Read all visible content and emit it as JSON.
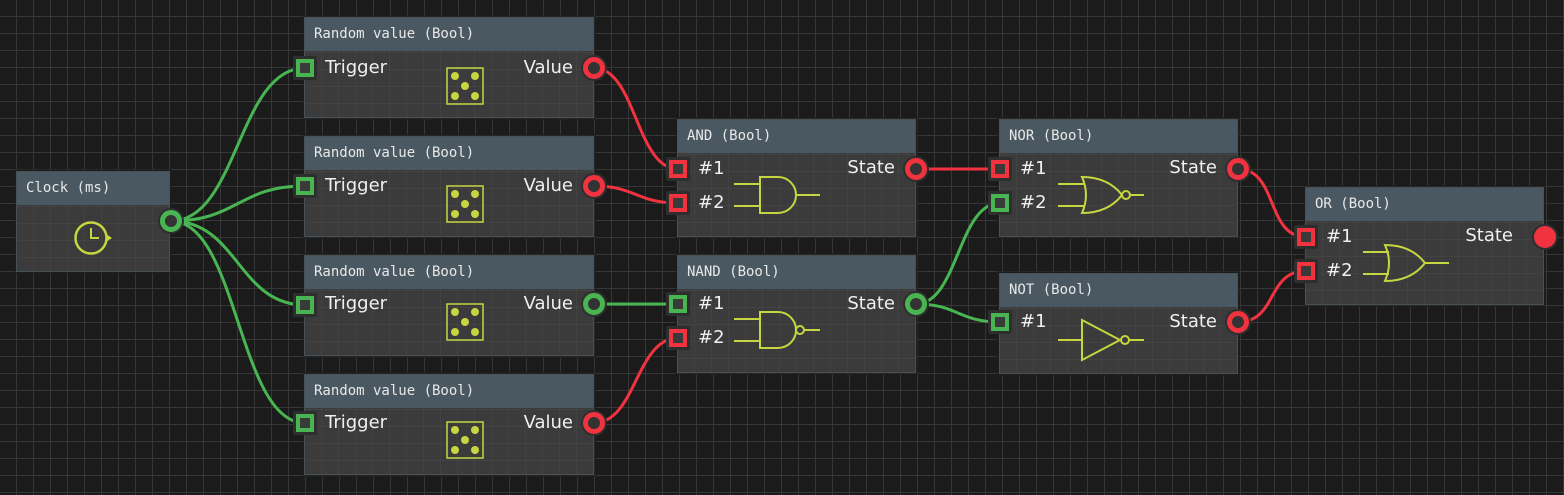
{
  "colors": {
    "true": "#48b552",
    "false": "#f13340",
    "icon": "#c6d640",
    "title_bg": "#4a5961",
    "node_bg": "#3b3b3b",
    "canvas_bg": "#1b1b1b"
  },
  "nodes": {
    "clock": {
      "title": "Clock (ms)",
      "icon": "clock-icon",
      "output": {
        "state": true
      }
    },
    "random1": {
      "title": "Random value (Bool)",
      "icon": "dice-icon",
      "input": {
        "label": "Trigger",
        "state": true
      },
      "output": {
        "label": "Value",
        "state": false
      }
    },
    "random2": {
      "title": "Random value (Bool)",
      "icon": "dice-icon",
      "input": {
        "label": "Trigger",
        "state": true
      },
      "output": {
        "label": "Value",
        "state": false
      }
    },
    "random3": {
      "title": "Random value (Bool)",
      "icon": "dice-icon",
      "input": {
        "label": "Trigger",
        "state": true
      },
      "output": {
        "label": "Value",
        "state": true
      }
    },
    "random4": {
      "title": "Random value (Bool)",
      "icon": "dice-icon",
      "input": {
        "label": "Trigger",
        "state": true
      },
      "output": {
        "label": "Value",
        "state": false
      }
    },
    "and": {
      "title": "AND (Bool)",
      "icon": "and-gate-icon",
      "inputs": [
        {
          "label": "#1",
          "state": false
        },
        {
          "label": "#2",
          "state": false
        }
      ],
      "output": {
        "label": "State",
        "state": false
      }
    },
    "nand": {
      "title": "NAND (Bool)",
      "icon": "nand-gate-icon",
      "inputs": [
        {
          "label": "#1",
          "state": true
        },
        {
          "label": "#2",
          "state": false
        }
      ],
      "output": {
        "label": "State",
        "state": true
      }
    },
    "nor": {
      "title": "NOR (Bool)",
      "icon": "nor-gate-icon",
      "inputs": [
        {
          "label": "#1",
          "state": false
        },
        {
          "label": "#2",
          "state": true
        }
      ],
      "output": {
        "label": "State",
        "state": false
      }
    },
    "not": {
      "title": "NOT (Bool)",
      "icon": "not-gate-icon",
      "inputs": [
        {
          "label": "#1",
          "state": true
        }
      ],
      "output": {
        "label": "State",
        "state": false
      }
    },
    "or": {
      "title": "OR (Bool)",
      "icon": "or-gate-icon",
      "inputs": [
        {
          "label": "#1",
          "state": false
        },
        {
          "label": "#2",
          "state": false
        }
      ],
      "output": {
        "label": "State",
        "state": false,
        "terminal": true
      }
    }
  },
  "connections": [
    {
      "from": "clock.out",
      "to": "random1.in",
      "state": true
    },
    {
      "from": "clock.out",
      "to": "random2.in",
      "state": true
    },
    {
      "from": "clock.out",
      "to": "random3.in",
      "state": true
    },
    {
      "from": "clock.out",
      "to": "random4.in",
      "state": true
    },
    {
      "from": "random1.out",
      "to": "and.in1",
      "state": false
    },
    {
      "from": "random2.out",
      "to": "and.in2",
      "state": false
    },
    {
      "from": "random3.out",
      "to": "nand.in1",
      "state": true
    },
    {
      "from": "random4.out",
      "to": "nand.in2",
      "state": false
    },
    {
      "from": "and.out",
      "to": "nor.in1",
      "state": false
    },
    {
      "from": "nand.out",
      "to": "nor.in2",
      "state": true
    },
    {
      "from": "nand.out",
      "to": "not.in1",
      "state": true
    },
    {
      "from": "nor.out",
      "to": "or.in1",
      "state": false
    },
    {
      "from": "not.out",
      "to": "or.in2",
      "state": false
    }
  ]
}
